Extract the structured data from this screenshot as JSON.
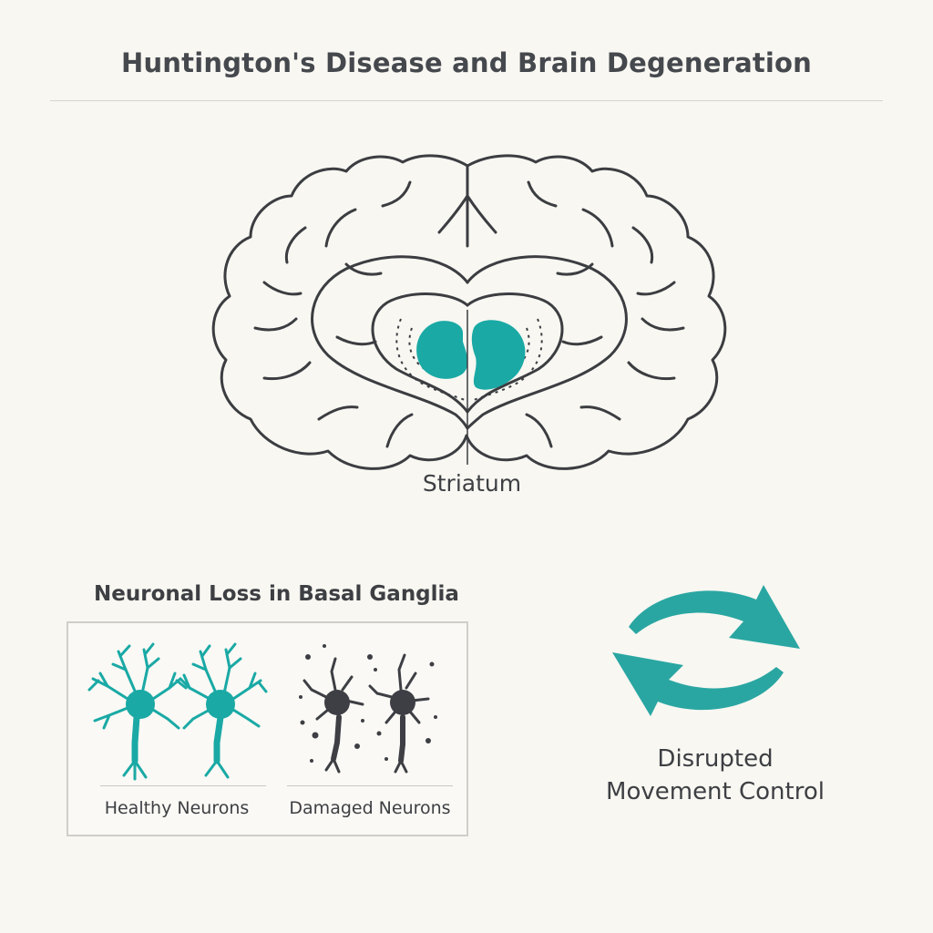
{
  "header": {
    "title": "Huntington's Disease and Brain Degeneration"
  },
  "brain": {
    "region_label": "Striatum",
    "highlight_color": "#1aa9a5",
    "outline_color": "#3b3d41"
  },
  "panel": {
    "title": "Neuronal Loss in Basal Ganglia",
    "healthy_label": "Healthy Neurons",
    "damaged_label": "Damaged Neurons",
    "healthy_color": "#1aa9a5",
    "damaged_color": "#3d3f44"
  },
  "effect": {
    "line1": "Disrupted",
    "line2": "Movement Control",
    "icon": "cycle-arrows-icon",
    "arrow_color": "#2aa6a2"
  }
}
